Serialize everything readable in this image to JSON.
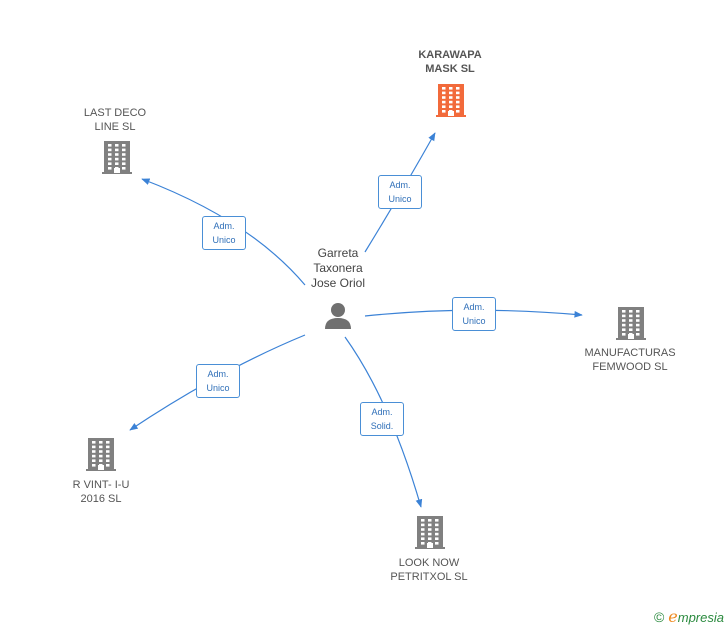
{
  "center": {
    "name": "Garreta\nTaxonera\nJose Oriol",
    "icon": "person-icon"
  },
  "companies": [
    {
      "id": "karawapa",
      "name": "KARAWAPA\nMASK  SL",
      "highlight": true,
      "color": "#f26a3b",
      "relation": "Adm.\nUnico",
      "icon": "building-icon"
    },
    {
      "id": "lastdeco",
      "name": "LAST DECO\nLINE SL",
      "highlight": false,
      "color": "#808080",
      "relation": "Adm.\nUnico",
      "icon": "building-icon"
    },
    {
      "id": "manufacturas",
      "name": "MANUFACTURAS\nFEMWOOD SL",
      "highlight": false,
      "color": "#808080",
      "relation": "Adm.\nUnico",
      "icon": "building-icon"
    },
    {
      "id": "rvint",
      "name": "R VINT- I-U\n2016  SL",
      "highlight": false,
      "color": "#808080",
      "relation": "Adm.\nUnico",
      "icon": "building-icon"
    },
    {
      "id": "looknow",
      "name": "LOOK NOW\nPETRITXOL SL",
      "highlight": false,
      "color": "#808080",
      "relation": "Adm.\nSolid.",
      "icon": "building-icon"
    }
  ],
  "footer": {
    "copyright": "©",
    "brand_initial": "e",
    "brand_rest": "mpresia"
  },
  "colors": {
    "edge": "#3b82d6",
    "edge_label_border": "#4a8fd6",
    "edge_label_text": "#2f6fb8"
  }
}
